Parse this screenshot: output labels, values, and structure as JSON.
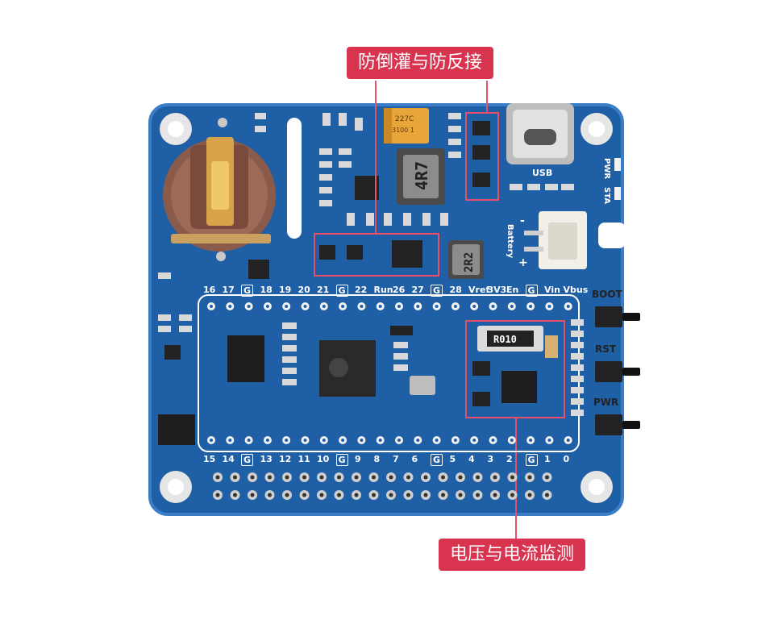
{
  "callouts": {
    "top": "防倒灌与防反接",
    "bottom": "电压与电流监测"
  },
  "board": {
    "top_pin_labels": [
      "16",
      "17",
      "G",
      "18",
      "19",
      "20",
      "21",
      "G",
      "22",
      "Run",
      "26",
      "27",
      "G",
      "28",
      "Vref",
      "3V3",
      "En",
      "G",
      "Vin",
      "Vbus"
    ],
    "bottom_pin_labels": [
      "15",
      "14",
      "G",
      "13",
      "12",
      "11",
      "10",
      "G",
      "9",
      "8",
      "7",
      "6",
      "G",
      "5",
      "4",
      "3",
      "2",
      "G",
      "1",
      "0"
    ],
    "usb_label": "USB",
    "pwr_led_label": "PWR",
    "sta_led_label": "STA",
    "battery_label": "Battery",
    "battery_minus": "-",
    "battery_plus": "+",
    "capacitor_text_1": "227C",
    "capacitor_text_2": "3100 1",
    "inductor_1_text": "4R7",
    "inductor_2_text": "2R2",
    "shunt_text": "R010"
  },
  "buttons": {
    "boot": "BOOT",
    "rst": "RST",
    "pwr": "PWR"
  },
  "colors": {
    "pcb": "#1f5fa6",
    "pcb_edge": "#3b7ec8",
    "callout": "#d8344f",
    "highlight_box": "#e8506a"
  }
}
